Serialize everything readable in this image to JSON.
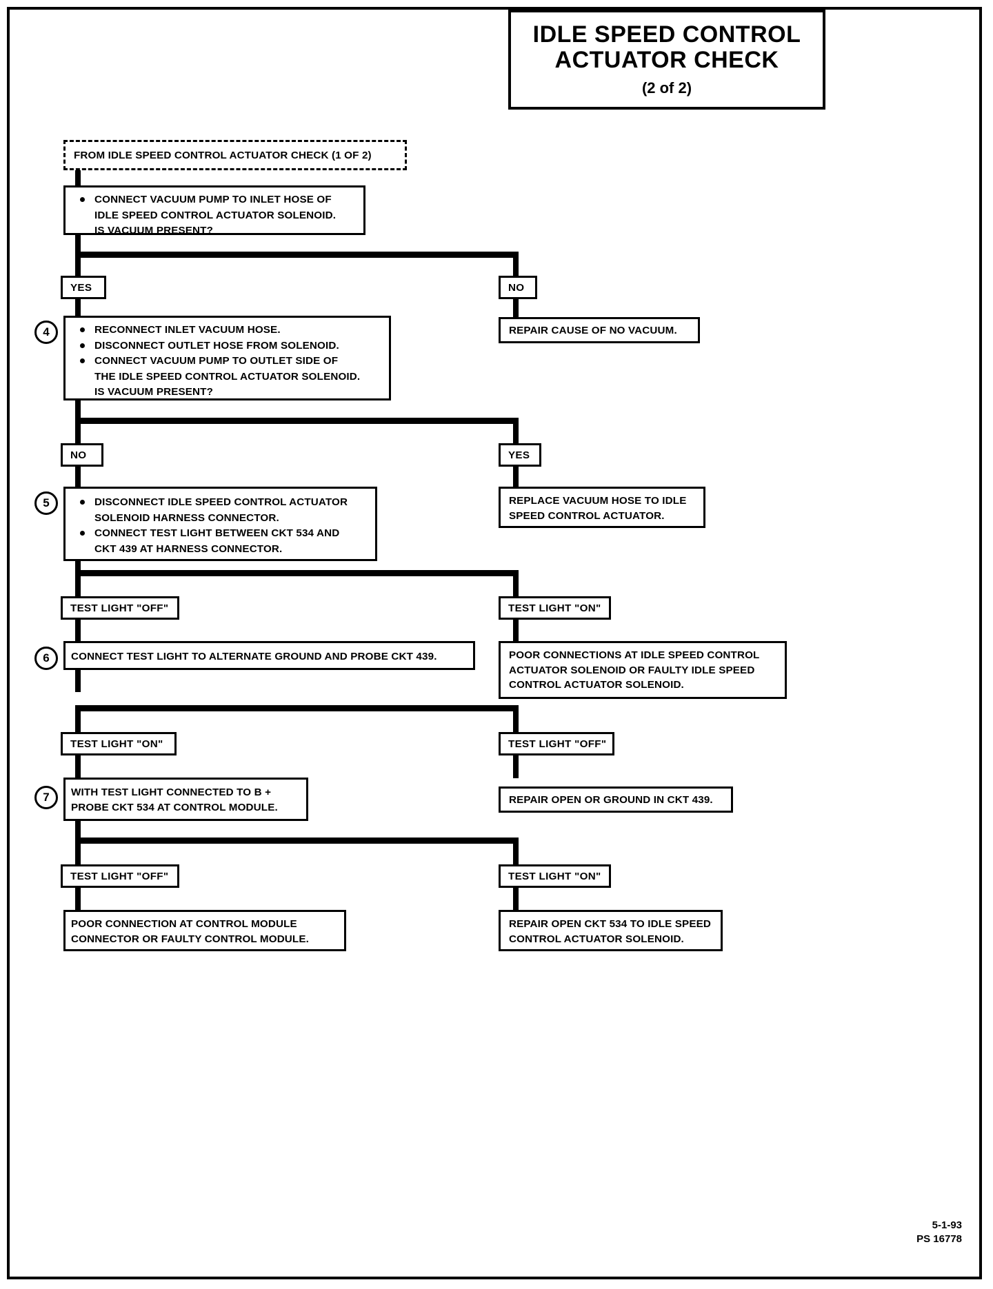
{
  "title": {
    "line1": "IDLE SPEED CONTROL",
    "line2": "ACTUATOR CHECK",
    "sheet": "(2 of 2)"
  },
  "entry": {
    "text": "FROM IDLE SPEED CONTROL ACTUATOR CHECK (1 OF 2)"
  },
  "steps": {
    "s3": {
      "b1": "CONNECT VACUUM PUMP TO INLET HOSE OF",
      "b2": "IDLE SPEED CONTROL ACTUATOR SOLENOID.",
      "b3": "IS VACUUM PRESENT?"
    },
    "s4": {
      "num": "4",
      "b1": "RECONNECT INLET VACUUM HOSE.",
      "b2": "DISCONNECT OUTLET HOSE FROM SOLENOID.",
      "b3": "CONNECT VACUUM PUMP TO OUTLET SIDE OF",
      "b4": "THE IDLE SPEED CONTROL ACTUATOR SOLENOID.",
      "b5": "IS VACUUM PRESENT?"
    },
    "s5": {
      "num": "5",
      "b1": "DISCONNECT IDLE SPEED CONTROL ACTUATOR",
      "b2": "SOLENOID HARNESS CONNECTOR.",
      "b3": "CONNECT TEST LIGHT BETWEEN CKT 534 AND",
      "b4": "CKT 439 AT HARNESS CONNECTOR."
    },
    "s6": {
      "num": "6",
      "b1": "CONNECT TEST LIGHT TO ALTERNATE GROUND AND PROBE CKT 439."
    },
    "s7": {
      "num": "7",
      "b1": "WITH TEST LIGHT CONNECTED TO  B +",
      "b2": "PROBE CKT 534 AT CONTROL MODULE."
    }
  },
  "branch_labels": {
    "yes1": "YES",
    "no1": "NO",
    "no2": "NO",
    "yes2": "YES",
    "tl_off1": "TEST LIGHT \"OFF\"",
    "tl_on1": "TEST LIGHT \"ON\"",
    "tl_on2": "TEST LIGHT \"ON\"",
    "tl_off2": "TEST LIGHT \"OFF\"",
    "tl_off3": "TEST LIGHT \"OFF\"",
    "tl_on3": "TEST LIGHT \"ON\""
  },
  "outcomes": {
    "o_no_vacuum": "REPAIR CAUSE OF NO VACUUM.",
    "o_replace_hose_1": "REPLACE VACUUM HOSE TO IDLE",
    "o_replace_hose_2": "SPEED CONTROL ACTUATOR.",
    "o_poor_conn_1": "POOR CONNECTIONS AT IDLE SPEED CONTROL",
    "o_poor_conn_2": "ACTUATOR SOLENOID OR FAULTY IDLE SPEED",
    "o_poor_conn_3": "CONTROL ACTUATOR SOLENOID.",
    "o_open_439": "REPAIR OPEN OR GROUND IN CKT 439.",
    "o_module_1": "POOR CONNECTION AT CONTROL MODULE",
    "o_module_2": "CONNECTOR OR FAULTY CONTROL MODULE.",
    "o_open_534_1": "REPAIR OPEN CKT 534 TO IDLE SPEED",
    "o_open_534_2": "CONTROL ACTUATOR SOLENOID."
  },
  "footer": {
    "date": "5-1-93",
    "code": "PS 16778"
  },
  "colors": {
    "ink": "#000000",
    "paper": "#ffffff"
  }
}
